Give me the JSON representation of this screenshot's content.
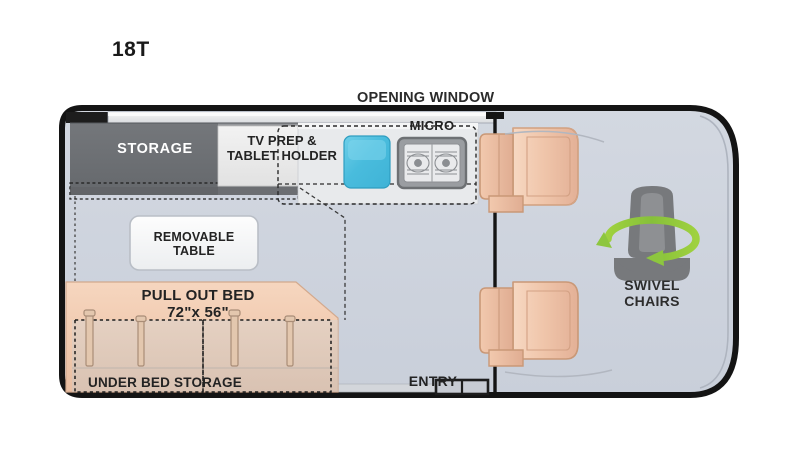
{
  "title": {
    "model": "18T"
  },
  "callouts": {
    "opening_window": "OPENING WINDOW",
    "storage": "STORAGE",
    "tv_prep": "TV PREP &\nTABLET HOLDER",
    "micro": "MICRO",
    "removable_table": "REMOVABLE\nTABLE",
    "pull_out_bed": "PULL OUT BED\n72\"x 56\"",
    "under_bed_storage": "UNDER BED STORAGE",
    "entry": "ENTRY",
    "swivel_chairs": "SWIVEL\nCHAIRS"
  },
  "floorplan": {
    "type": "rv-floorplan",
    "orientation": "top-down",
    "bed_dimensions": "72\"x 56\"",
    "features": [
      "STORAGE",
      "TV PREP & TABLET HOLDER",
      "MICRO",
      "REMOVABLE TABLE",
      "PULL OUT BED",
      "UNDER BED STORAGE",
      "ENTRY",
      "SWIVEL CHAIRS",
      "OPENING WINDOW"
    ],
    "icons": [
      "sink-icon",
      "cooktop-icon",
      "captain-chair-icon",
      "swivel-chair-icon",
      "swivel-arrow-icon"
    ]
  },
  "colors": {
    "body_outline": "#141414",
    "floor": "#ced3dd",
    "storage_dark": "#6e7175",
    "storage_mid": "#8b8d90",
    "counter_light": "#ebebeb",
    "bed_tan": "#f2cdb4",
    "bed_tan_dark": "#ddb69c",
    "chair_tan": "#f3cdb5",
    "sink_blue": "#56c2e0",
    "swivel_green": "#8dc63f",
    "seat_gray": "#77797c",
    "text_dark": "#232323"
  }
}
